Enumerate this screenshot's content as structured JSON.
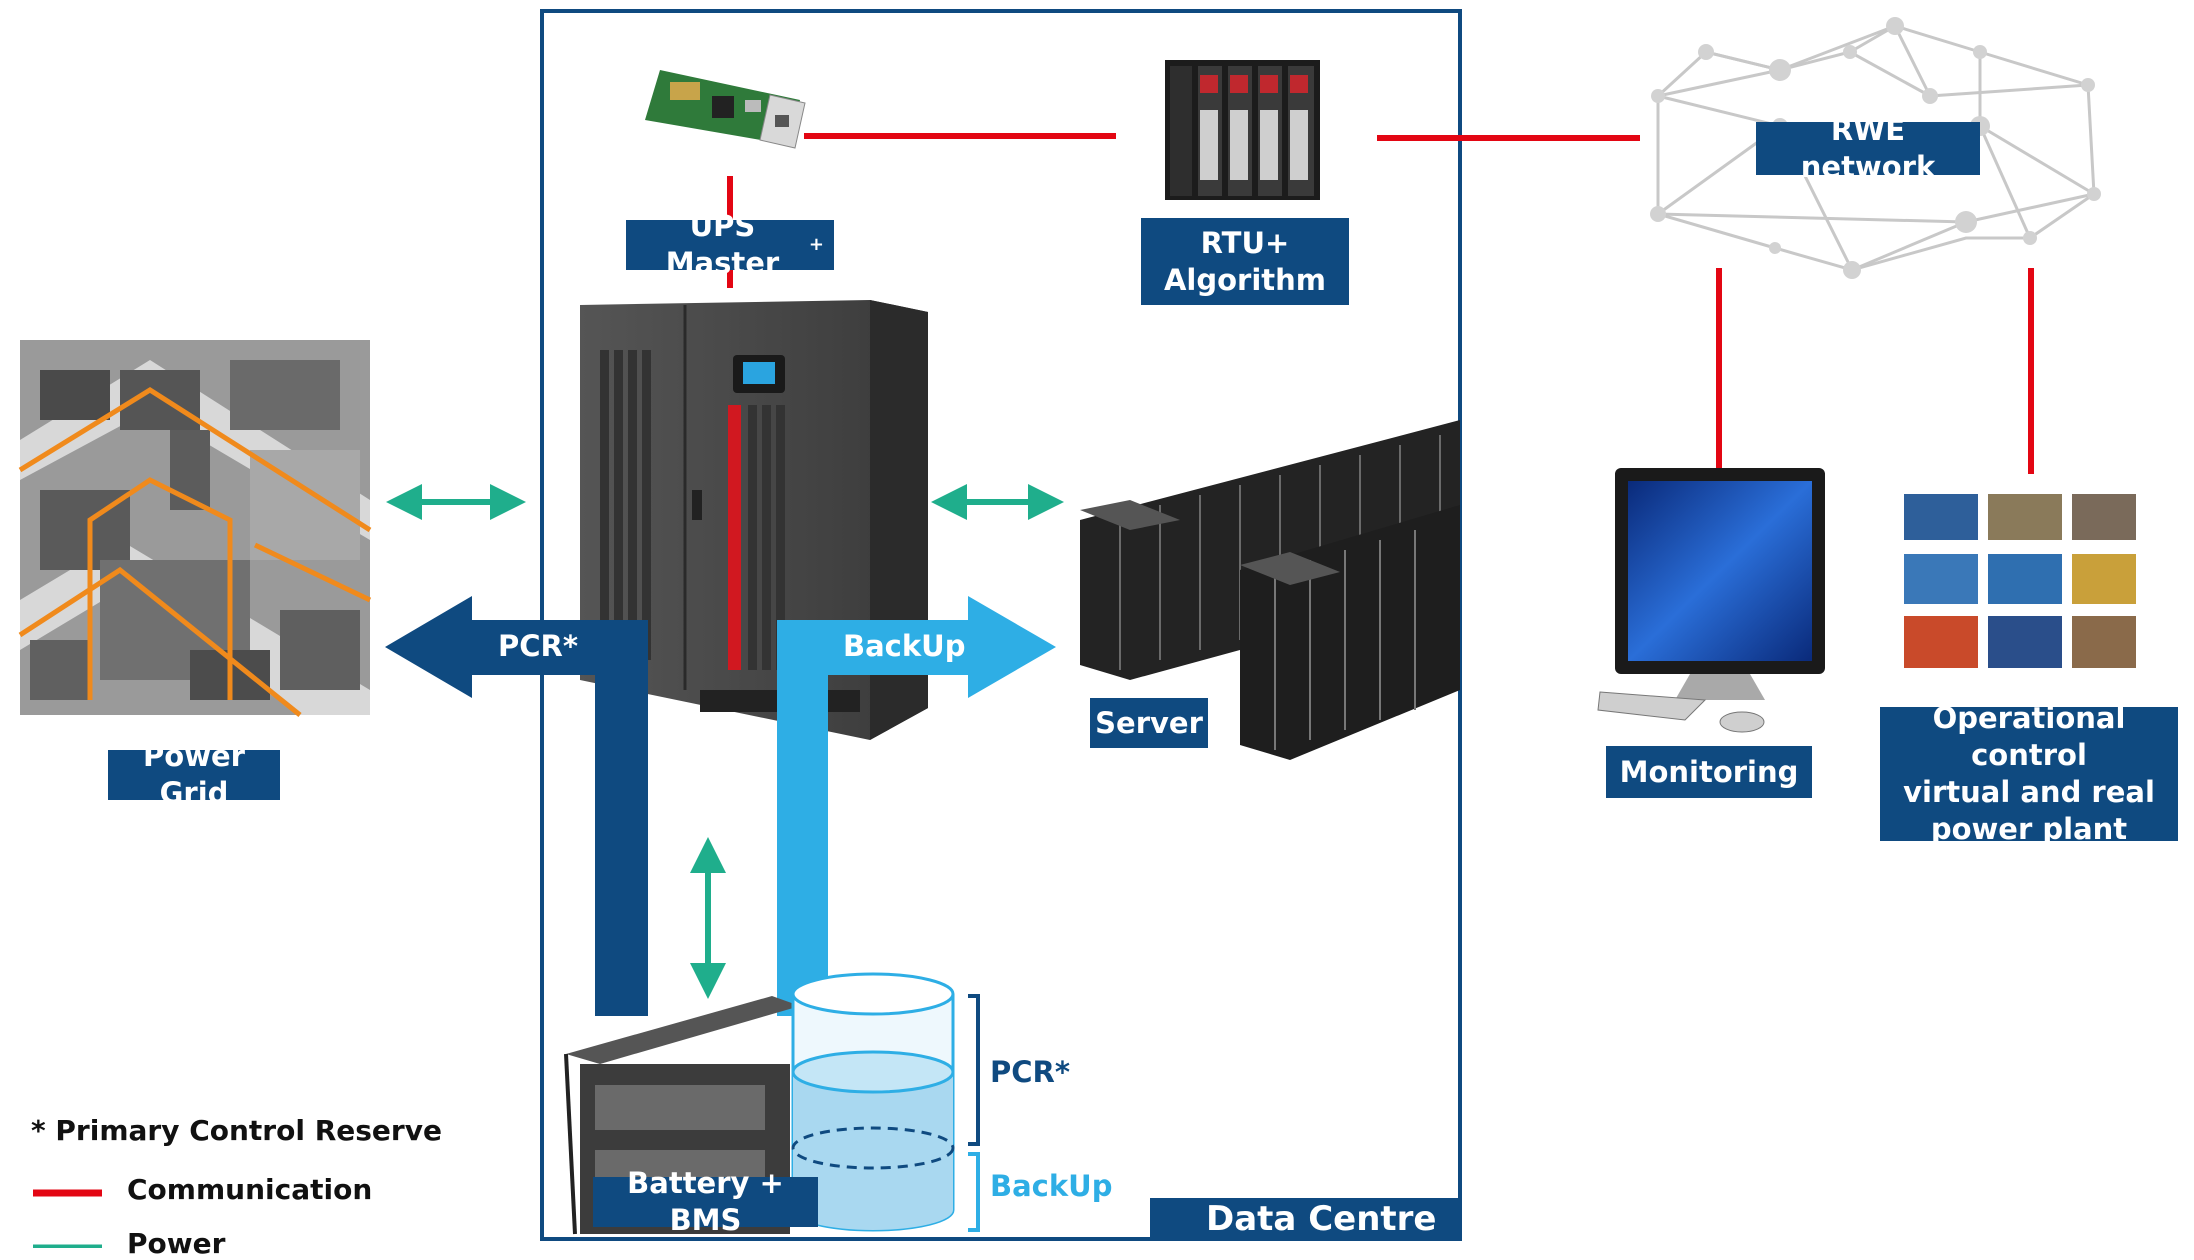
{
  "labels": {
    "ups_master": "UPS Master",
    "ups_master_mark": "+",
    "rtu_line1": "RTU+",
    "rtu_line2": "Algorithm",
    "rwe_network": "RWE network",
    "power_grid": "Power Grid",
    "pcr_arrow": "PCR*",
    "backup_arrow": "BackUp",
    "server": "Server",
    "monitoring": "Monitoring",
    "operational_line1": "Operational control",
    "operational_line2": "virtual and real",
    "operational_line3": "power plant",
    "battery_bms": "Battery + BMS",
    "tank_pcr": "PCR*",
    "tank_backup": "BackUp",
    "data_centre": "Data Centre"
  },
  "legend": {
    "footnote": "* Primary Control Reserve",
    "communication": "Communication",
    "power": "Power"
  },
  "colors": {
    "label_bg": "#0f4a80",
    "communication_line": "#e30613",
    "power_arrow": "#1fae8c",
    "pcr_dark_blue": "#0f4a80",
    "backup_light_blue": "#2eaee5",
    "frame_border": "#0f4a80",
    "tank_water": "#a9d8f0"
  }
}
